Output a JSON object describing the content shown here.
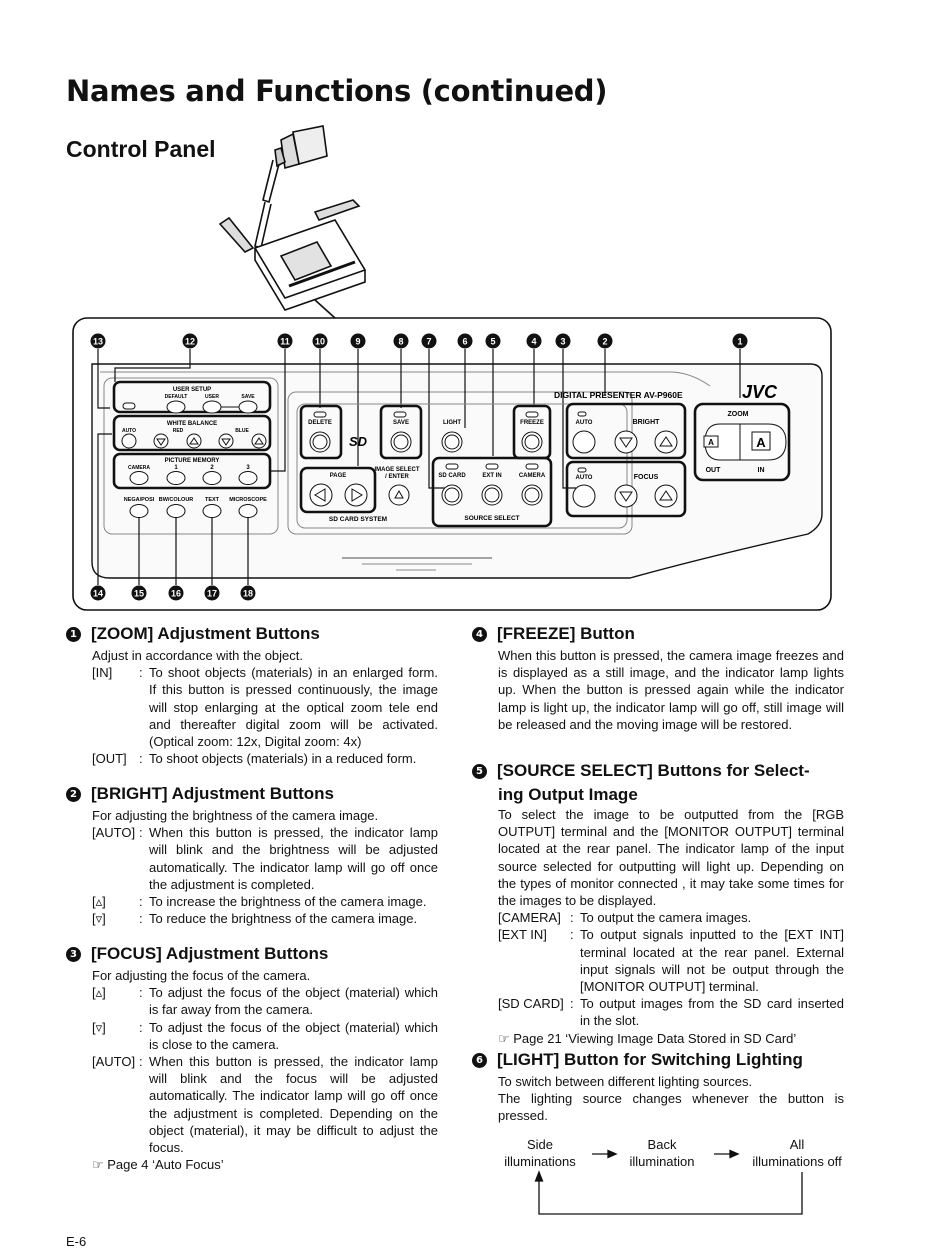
{
  "page": {
    "title": "Names and Functions (continued)",
    "subtitle": "Control Panel",
    "page_number": "E-6"
  },
  "diagram": {
    "callouts": [
      "1",
      "2",
      "3",
      "4",
      "5",
      "6",
      "7",
      "8",
      "9",
      "10",
      "11",
      "12",
      "13",
      "14",
      "15",
      "16",
      "17",
      "18"
    ],
    "brand": "JVC",
    "model": "DIGITAL  PRESENTER  AV-P960E",
    "sd_logo": "SD",
    "labels": {
      "user_setup": "USER  SETUP",
      "default": "DEFAULT",
      "user": "USER",
      "save_small": "SAVE",
      "white_balance": "WHITE  BALANCE",
      "auto": "AUTO",
      "red": "RED",
      "blue": "BLUE",
      "picture_memory": "PICTURE  MEMORY",
      "camera_small": "CAMERA",
      "pm1": "1",
      "pm2": "2",
      "pm3": "3",
      "nega_posi": "NEGA/POSI",
      "bw_colour": "BW/COLOUR",
      "text": "TEXT",
      "microscope": "MICROSCOPE",
      "delete": "DELETE",
      "save": "SAVE",
      "page": "PAGE",
      "image_select": "IMAGE SELECT",
      "enter": "/ ENTER",
      "sd_card_system": "SD  CARD  SYSTEM",
      "light": "LIGHT",
      "freeze": "FREEZE",
      "sd_card": "SD  CARD",
      "ext_in": "EXT  IN",
      "camera": "CAMERA",
      "source_select": "SOURCE  SELECT",
      "bright_auto": "AUTO",
      "bright": "BRIGHT",
      "focus_auto": "AUTO",
      "focus": "FOCUS",
      "zoom": "ZOOM",
      "out": "OUT",
      "in": "IN",
      "a_small": "A",
      "a_large": "A"
    }
  },
  "sections": {
    "s1": {
      "num": "1",
      "title": "[ZOOM] Adjustment Buttons",
      "intro": "Adjust in accordance with the object.",
      "items": [
        {
          "k": "[IN]",
          "sep": ":",
          "v": "To shoot objects (materials) in an enlarged form. If this button is pressed continuously, the image will stop enlarging at the optical zoom tele end and thereafter digital zoom will be activated. (Optical zoom: 12x, Digital zoom: 4x)"
        },
        {
          "k": "[OUT]",
          "sep": ":",
          "v": "To shoot objects (materials) in a reduced form."
        }
      ]
    },
    "s2": {
      "num": "2",
      "title": "[BRIGHT] Adjustment Buttons",
      "intro": "For adjusting the brightness of the camera image.",
      "items": [
        {
          "k": "[AUTO]",
          "sep": ":",
          "v": "When this button is pressed, the indicator lamp will blink and the brightness will be adjusted automatically. The indicator lamp will go off once the adjustment is completed."
        },
        {
          "k": "[▵]",
          "sep": ":",
          "v": "To increase the brightness of the camera image."
        },
        {
          "k": "[▿]",
          "sep": ":",
          "v": "To reduce the brightness of the camera image."
        }
      ]
    },
    "s3": {
      "num": "3",
      "title": "[FOCUS] Adjustment Buttons",
      "intro": "For adjusting the focus of the camera.",
      "items": [
        {
          "k": "[▵]",
          "sep": ":",
          "v": "To adjust the focus of the object (material) which is far away from the camera."
        },
        {
          "k": "[▿]",
          "sep": ":",
          "v": "To adjust the focus of the object (material) which is close to the camera."
        },
        {
          "k": "[AUTO]",
          "sep": ":",
          "v": "When this button is pressed, the indicator lamp will blink and the focus will be adjusted automatically. The indicator lamp will go off once the adjustment is completed. Depending on the object (material), it may be difficult to adjust the focus."
        }
      ],
      "ref": "☞ Page 4  ‘Auto Focus’"
    },
    "s4": {
      "num": "4",
      "title": "[FREEZE] Button",
      "body": "When this button is pressed, the camera image freezes and is displayed as a still image, and the indicator lamp lights up. When the button is pressed again while the indicator lamp is light up, the indicator lamp will go off, still image will be released and the moving image will be restored."
    },
    "s5": {
      "num": "5",
      "title_line1": "[SOURCE SELECT] Buttons for Select-",
      "title_line2": "ing Output Image",
      "body": "To select the image to be outputted from the [RGB OUTPUT] terminal and the [MONITOR OUTPUT] terminal located at the rear panel. The indicator lamp of the input source selected for outputting will light up. Depending on the types of monitor connected , it may take some times for the images to be displayed.",
      "items": [
        {
          "k": "[CAMERA]",
          "sep": ":",
          "v": "To output the camera images."
        },
        {
          "k": "[EXT IN]",
          "sep": ":",
          "v": "To output signals inputted to the [EXT INT] terminal located at the rear panel. External input signals will not be output through the [MONITOR OUTPUT] terminal."
        },
        {
          "k": "[SD CARD]",
          "sep": ":",
          "v": "To output images from the SD card inserted in the slot."
        }
      ],
      "ref": "☞ Page 21 ‘Viewing Image Data Stored in SD Card’"
    },
    "s6": {
      "num": "6",
      "title": "[LIGHT] Button for Switching Lighting",
      "line1": "To switch between different lighting sources.",
      "line2": "The lighting source changes whenever the button is pressed.",
      "flow": [
        {
          "l1": "Side",
          "l2": "illuminations"
        },
        {
          "l1": "Back",
          "l2": "illumination"
        },
        {
          "l1": "All",
          "l2": "illuminations off"
        }
      ]
    }
  }
}
